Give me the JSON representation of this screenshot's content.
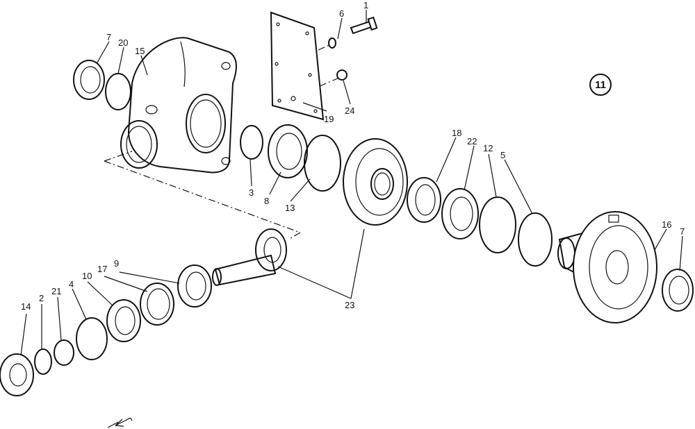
{
  "diagram": {
    "badge": "11",
    "callouts": {
      "c1": "1",
      "c6": "6",
      "c7a": "7",
      "c20": "20",
      "c15": "15",
      "c19": "19",
      "c24": "24",
      "c3": "3",
      "c8": "8",
      "c13": "13",
      "c18": "18",
      "c22": "22",
      "c12": "12",
      "c5": "5",
      "c16": "16",
      "c7b": "7",
      "c9": "9",
      "c17": "17",
      "c10": "10",
      "c4": "4",
      "c21": "21",
      "c2": "2",
      "c14": "14",
      "c23": "23"
    }
  }
}
